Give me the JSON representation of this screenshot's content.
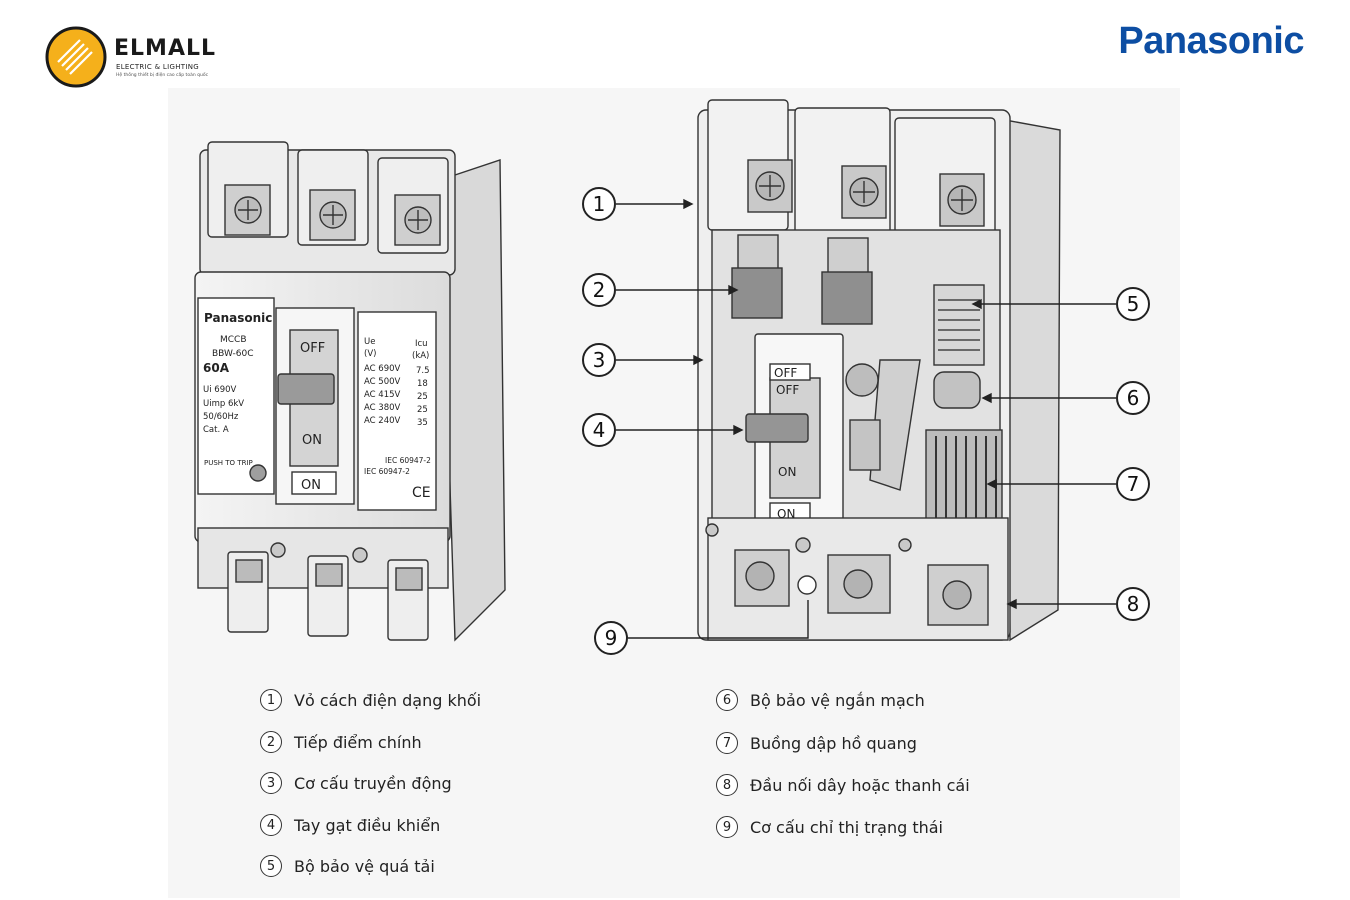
{
  "logo": {
    "name": "ELMALL",
    "subtitle": "ELECTRIC & LIGHTING",
    "tagline": "Hệ thống thiết bị điện cao cấp toàn quốc"
  },
  "brand": "Panasonic",
  "breaker_front": {
    "brand": "Panasonic",
    "type": "MCCB",
    "model": "BBW-60C",
    "rating": "60A",
    "ui": "Ui 690V",
    "uimp": "Uimp 6kV",
    "freq": "50/60Hz",
    "cat": "Cat. A",
    "push_to_trip": "PUSH TO TRIP",
    "off": "OFF",
    "on": "ON",
    "on_box": "ON",
    "table_header": [
      "Ue",
      "Icu",
      "(V)",
      "(kA)"
    ],
    "table_rows": [
      [
        "AC  690V",
        "7.5"
      ],
      [
        "AC  500V",
        "18"
      ],
      [
        "AC  415V",
        "25"
      ],
      [
        "AC  380V",
        "25"
      ],
      [
        "AC  240V",
        "35"
      ]
    ],
    "standard_1": "IEC 60947-2",
    "standard_2": "IEC 60947-2",
    "ce": "CE"
  },
  "breaker_open": {
    "off_box": "OFF",
    "off": "OFF",
    "on": "ON",
    "on_box": "ON"
  },
  "callouts": [
    "1",
    "2",
    "3",
    "4",
    "5",
    "6",
    "7",
    "8",
    "9"
  ],
  "legend": [
    {
      "num": "1",
      "text": "Vỏ cách điện dạng khối"
    },
    {
      "num": "2",
      "text": "Tiếp điểm chính"
    },
    {
      "num": "3",
      "text": "Cơ cấu truyền động"
    },
    {
      "num": "4",
      "text": "Tay gạt điều khiển"
    },
    {
      "num": "5",
      "text": "Bộ bảo vệ quá tải"
    },
    {
      "num": "6",
      "text": "Bộ bảo vệ ngắn mạch"
    },
    {
      "num": "7",
      "text": "Buồng dập hồ quang"
    },
    {
      "num": "8",
      "text": "Đầu nối dây hoặc thanh cái"
    },
    {
      "num": "9",
      "text": "Cơ cấu chỉ thị trạng thái"
    }
  ],
  "colors": {
    "brand_blue": "#0d4ea3",
    "logo_yellow": "#f5b01b",
    "housing": "#ededed",
    "line": "#333333"
  }
}
